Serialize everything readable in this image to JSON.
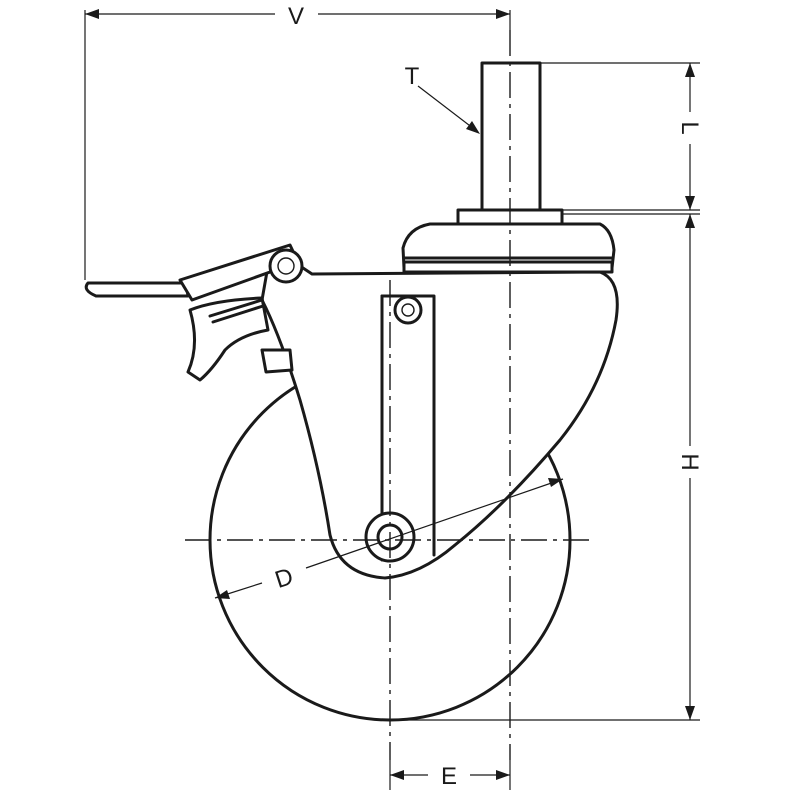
{
  "labels": {
    "V": "V",
    "T": "T",
    "L": "L",
    "H": "H",
    "D": "D",
    "E": "E"
  },
  "colors": {
    "ink": "#1a1a1a",
    "paper": "#ffffff"
  }
}
